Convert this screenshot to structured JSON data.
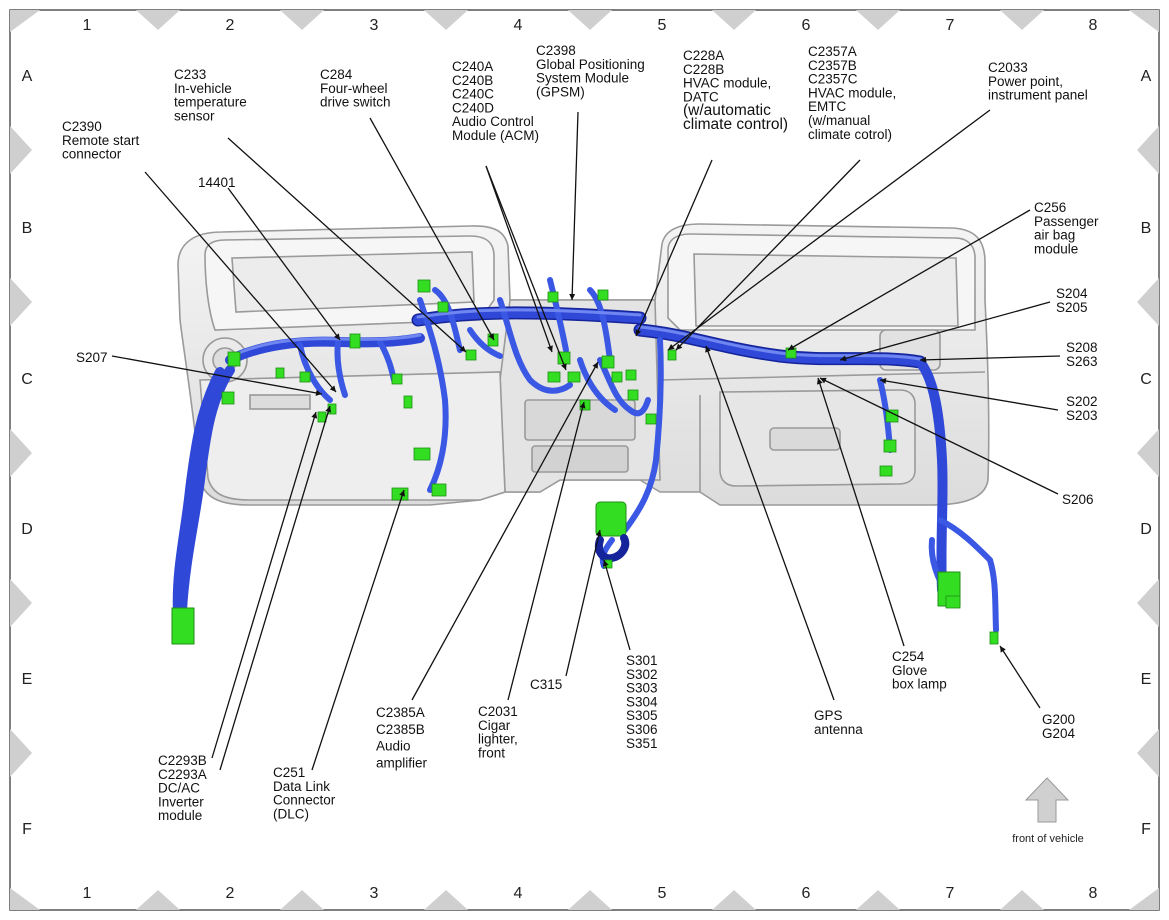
{
  "grid": {
    "columns": [
      "1",
      "2",
      "3",
      "4",
      "5",
      "6",
      "7",
      "8"
    ],
    "rows": [
      "A",
      "B",
      "C",
      "D",
      "E",
      "F"
    ]
  },
  "callouts": [
    {
      "id": "c2390",
      "lines": [
        "C2390",
        "Remote start",
        "connector"
      ]
    },
    {
      "id": "14401",
      "lines": [
        "14401"
      ]
    },
    {
      "id": "c233",
      "lines": [
        "C233",
        "In-vehicle",
        "temperature",
        "sensor"
      ]
    },
    {
      "id": "c284",
      "lines": [
        "C284",
        "Four-wheel",
        "drive switch"
      ]
    },
    {
      "id": "c240",
      "lines": [
        "C240A",
        "C240B",
        "C240C",
        "C240D",
        "Audio Control",
        "Module (ACM)"
      ]
    },
    {
      "id": "c2398",
      "lines": [
        "C2398",
        "Global Positioning",
        "System Module",
        "(GPSM)"
      ]
    },
    {
      "id": "c228",
      "lines": [
        "C228A",
        "C228B",
        "HVAC module,",
        "DATC",
        "(w/automatic",
        "climate control)"
      ]
    },
    {
      "id": "c2357",
      "lines": [
        "C2357A",
        "C2357B",
        "C2357C",
        "HVAC module,",
        "EMTC",
        "(w/manual",
        "climate cotrol)"
      ]
    },
    {
      "id": "c2033",
      "lines": [
        "C2033",
        "Power point,",
        "instrument panel"
      ]
    },
    {
      "id": "c256",
      "lines": [
        "C256",
        "Passenger",
        "air bag",
        "module"
      ]
    },
    {
      "id": "s204",
      "lines": [
        "S204",
        "S205"
      ]
    },
    {
      "id": "s208",
      "lines": [
        "S208",
        "S263"
      ]
    },
    {
      "id": "s202",
      "lines": [
        "S202",
        "S203"
      ]
    },
    {
      "id": "s206",
      "lines": [
        "S206"
      ]
    },
    {
      "id": "s207",
      "lines": [
        "S207"
      ]
    },
    {
      "id": "c2293",
      "lines": [
        "C2293B",
        "C2293A",
        "DC/AC",
        "Inverter",
        "module"
      ]
    },
    {
      "id": "c251",
      "lines": [
        "C251",
        "Data Link",
        "Connector",
        "(DLC)"
      ]
    },
    {
      "id": "c2385",
      "lines": [
        "C2385A",
        "C2385B",
        "Audio",
        "amplifier"
      ]
    },
    {
      "id": "c2031",
      "lines": [
        "C2031",
        "Cigar",
        "lighter,",
        "front"
      ]
    },
    {
      "id": "c315",
      "lines": [
        "C315"
      ]
    },
    {
      "id": "s301",
      "lines": [
        "S301",
        "S302",
        "S303",
        "S304",
        "S305",
        "S306",
        "S351"
      ]
    },
    {
      "id": "gps",
      "lines": [
        "GPS",
        "antenna"
      ]
    },
    {
      "id": "c254",
      "lines": [
        "C254",
        "Glove",
        "box lamp"
      ]
    },
    {
      "id": "g200",
      "lines": [
        "G200",
        "G204"
      ]
    }
  ],
  "front_label": "front of vehicle",
  "colors": {
    "harness": "#2f48d8",
    "harness_dark": "#15249a",
    "harness_light": "#6f86f0",
    "connector": "#33dd22",
    "panel_fill": "#e9e9e9",
    "panel_stroke": "#9a9a9a",
    "marker": "#cfcfcf",
    "arrow": "#c8c8c8"
  }
}
